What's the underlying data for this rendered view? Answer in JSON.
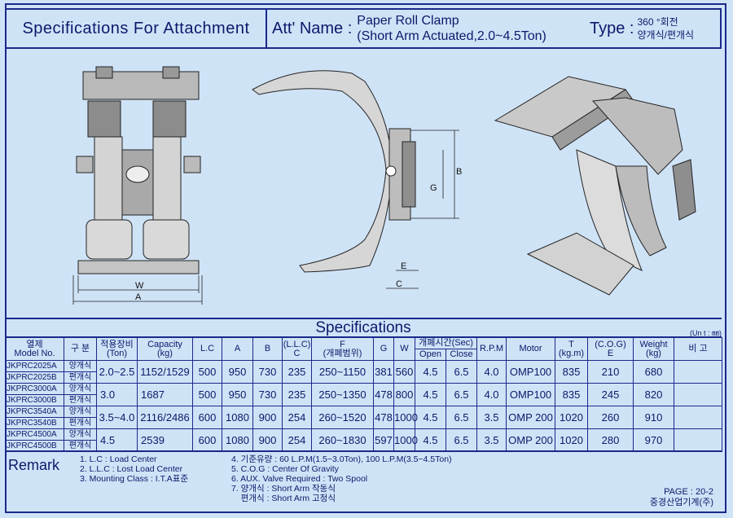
{
  "header": {
    "title": "Specifications For Attachment",
    "att_label": "Att' Name :",
    "att_line1": "Paper Roll Clamp",
    "att_line2": "(Short Arm Actuated,2.0~4.5Ton)",
    "type_label": "Type :",
    "type_line1": "360 °회전",
    "type_line2": "양개식/편개식"
  },
  "drawing": {
    "dim_w": "W",
    "dim_a": "A",
    "dim_b": "B",
    "dim_g": "G",
    "dim_e": "E",
    "dim_c": "C"
  },
  "specs": {
    "title": "Specifications",
    "unit": "(Un t : ㎜)",
    "headers": {
      "model_ko": "열제",
      "model_en": "Model No.",
      "gubun": "구 분",
      "cap_ko": "적용장비",
      "cap_ton": "(Ton)",
      "capacity": "Capacity",
      "capacity_kg": "(kg)",
      "lc": "L.C",
      "a": "A",
      "b": "B",
      "llc": "(L.L.C)",
      "c": "C",
      "f": "F",
      "f_sub": "(개폐범위)",
      "g": "G",
      "w": "W",
      "time": "개폐시간(Sec)",
      "open": "Open",
      "close": "Close",
      "rpm": "R.P.M",
      "motor": "Motor",
      "t": "T",
      "t_sub": "(kg.m)",
      "cog": "(C.O.G)",
      "e": "E",
      "weight": "Weight",
      "weight_kg": "(kg)",
      "note": "비 고"
    },
    "rows": [
      {
        "m1": "JKPRC2025A",
        "k1": "양개식",
        "m2": "JKPRC2025B",
        "k2": "편개식",
        "ton": "2.0~2.5",
        "cap": "1152/1529",
        "lc": "500",
        "a": "950",
        "b": "730",
        "c": "235",
        "f": "250~1150",
        "g": "381",
        "w": "560",
        "open": "4.5",
        "close": "6.5",
        "rpm": "4.0",
        "motor": "OMP100",
        "t": "835",
        "e": "210",
        "weight": "680"
      },
      {
        "m1": "JKPRC3000A",
        "k1": "양개식",
        "m2": "JKPRC3000B",
        "k2": "편개식",
        "ton": "3.0",
        "cap": "1687",
        "lc": "500",
        "a": "950",
        "b": "730",
        "c": "235",
        "f": "250~1350",
        "g": "478",
        "w": "800",
        "open": "4.5",
        "close": "6.5",
        "rpm": "4.0",
        "motor": "OMP100",
        "t": "835",
        "e": "245",
        "weight": "820"
      },
      {
        "m1": "JKPRC3540A",
        "k1": "양개식",
        "m2": "JKPRC3540B",
        "k2": "편개식",
        "ton": "3.5~4.0",
        "cap": "2116/2486",
        "lc": "600",
        "a": "1080",
        "b": "900",
        "c": "254",
        "f": "260~1520",
        "g": "478",
        "w": "1000",
        "open": "4.5",
        "close": "6.5",
        "rpm": "3.5",
        "motor": "OMP 200",
        "t": "1020",
        "e": "260",
        "weight": "910"
      },
      {
        "m1": "JKPRC4500A",
        "k1": "양개식",
        "m2": "JKPRC4500B",
        "k2": "편개식",
        "ton": "4.5",
        "cap": "2539",
        "lc": "600",
        "a": "1080",
        "b": "900",
        "c": "254",
        "f": "260~1830",
        "g": "597",
        "w": "1000",
        "open": "4.5",
        "close": "6.5",
        "rpm": "3.5",
        "motor": "OMP 200",
        "t": "1020",
        "e": "280",
        "weight": "970"
      }
    ]
  },
  "remark": {
    "label": "Remark",
    "c1": [
      "1. L.C : Load Center",
      "2. L.L.C : Lost Load Center",
      "3. Mounting Class : I.T.A표준"
    ],
    "c2": [
      "4. 기준유량 : 60 L.P.M(1.5~3.0Ton), 100 L.P.M(3.5~4.5Ton)",
      "5. C.O.G : Center Of Gravity",
      "6. AUX. Valve Required : Two Spool",
      "7. 양개식 : Short Arm 작동식",
      "    편개식 : Short Arm 고정식"
    ],
    "page": "PAGE : 20-2",
    "company": "중경산업기계(주)"
  }
}
